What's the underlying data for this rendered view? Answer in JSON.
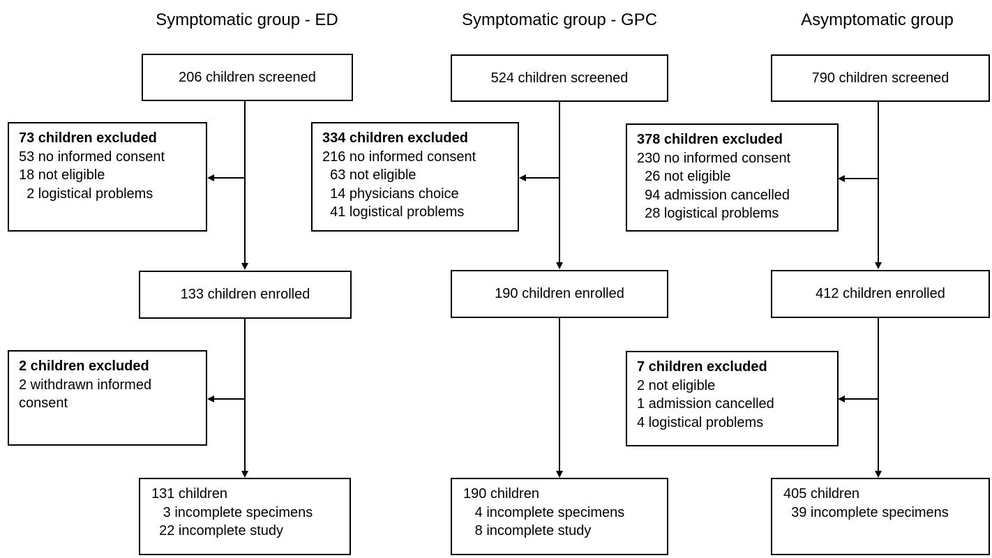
{
  "columns": [
    {
      "title": "Symptomatic group - ED",
      "screened": "206 children screened",
      "excluded1": {
        "heading": "73 children excluded",
        "lines": [
          "53 no informed consent",
          "18 not eligible",
          "  2 logistical problems"
        ]
      },
      "enrolled": "133 children enrolled",
      "excluded2": {
        "heading": "2 children excluded",
        "lines": [
          "2 withdrawn informed",
          "consent"
        ]
      },
      "final": {
        "heading": "131 children",
        "lines": [
          "   3 incomplete specimens",
          "  22 incomplete study"
        ]
      }
    },
    {
      "title": "Symptomatic group - GPC",
      "screened": "524 children screened",
      "excluded1": {
        "heading": "334 children excluded",
        "lines": [
          "216 no informed consent",
          "  63 not eligible",
          "  14 physicians choice",
          "  41 logistical problems"
        ]
      },
      "enrolled": "190 children enrolled",
      "final": {
        "heading": "190 children",
        "lines": [
          "   4 incomplete specimens",
          "   8 incomplete study"
        ]
      }
    },
    {
      "title": "Asymptomatic group",
      "screened": "790 children screened",
      "excluded1": {
        "heading": "378 children excluded",
        "lines": [
          "230 no informed consent",
          "  26 not eligible",
          "  94 admission cancelled",
          "  28 logistical problems"
        ]
      },
      "enrolled": "412 children enrolled",
      "excluded2": {
        "heading": "7 children excluded",
        "lines": [
          "2 not eligible",
          "1 admission cancelled",
          "4 logistical problems"
        ]
      },
      "final": {
        "heading": "405 children",
        "lines": [
          "  39 incomplete specimens"
        ]
      }
    }
  ]
}
